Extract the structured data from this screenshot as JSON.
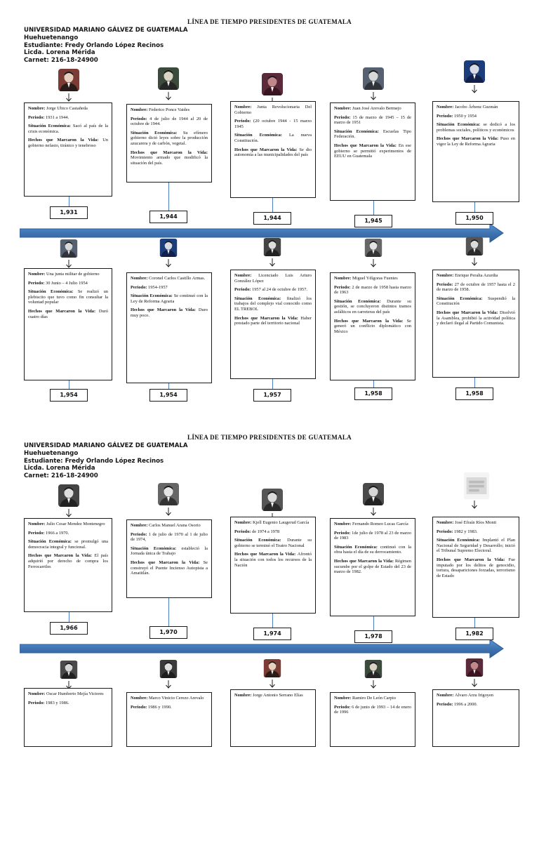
{
  "sections": [
    {
      "title": "LÍNEA DE TIEMPO PRESIDENTES DE GUATEMALA",
      "header": [
        "UNIVERSIDAD MARIANO GÁLVEZ DE GUATEMALA",
        "Huehuetenango",
        "Estudiante: Fredy Orlando López Recinos",
        "Licda. Lorena Mérida",
        "Carnet: 216-18-24900"
      ],
      "top": [
        {
          "year": "1,931",
          "parts": [
            [
              "Nombre: ",
              "Jorge Ubico Castañeda"
            ],
            [
              "Periodo: ",
              "1931 a 1944."
            ],
            [
              "Situación Económica: ",
              "Sacó al país de la crisis económica."
            ],
            [
              "Hechos que Marcaron la Vida: ",
              "Un gobierno nefasto, tiránico y tenebroso"
            ]
          ]
        },
        {
          "year": "1,944",
          "parts": [
            [
              "Nombre: ",
              "Federico Ponce Vaides"
            ],
            [
              "Periodo: ",
              "4 de julio de 1944 al 20 de octubre de 1944."
            ],
            [
              "Situación Económica: ",
              "Su efímero gobierno dictó leyes sobre la producción azucarera y de carbón, vegetal."
            ],
            [
              "Hechos que Marcaron la Vida: ",
              "Movimiento armado que modificó la situación del país."
            ]
          ]
        },
        {
          "year": "1,944",
          "parts": [
            [
              "Nombre: ",
              "Junta Revolucionaria Del Gobierno"
            ],
            [
              "Periodo: ",
              "(20 octubre 1944 - 15 marzo 1945"
            ],
            [
              "Situación Económica: ",
              "La nueva Constitución."
            ],
            [
              "Hechos que Marcaron la Vida: ",
              "Se dio autonomía a las municipalidades del país"
            ]
          ]
        },
        {
          "year": "1,945",
          "parts": [
            [
              "Nombre: ",
              "Juan José Arevalo Bermejo"
            ],
            [
              "Periodo: ",
              "15 de marzo de 1945 – 15 de marzo de 1951"
            ],
            [
              "Situación Económica: ",
              "Escuelas Tipo Federación."
            ],
            [
              "Hechos que Marcaron la Vida: ",
              "En ese gobierno se permitió experimentos de EEUU en Guatemala"
            ]
          ]
        },
        {
          "year": "1,950",
          "parts": [
            [
              "Nombre: ",
              "Jacobo Árbenz Guzmán"
            ],
            [
              "Periodo: ",
              "1950 y 1954"
            ],
            [
              "Situación Económica: ",
              "se dedicó a los problemas sociales, políticos y económicos"
            ],
            [
              "Hechos que Marcaron la Vida: ",
              "Puso en vigor la Ley de Reforma Agraria"
            ]
          ]
        }
      ],
      "bottom": [
        {
          "year": "1,954",
          "parts": [
            [
              "Nombre: ",
              "Una junta militar de gobierno"
            ],
            [
              "Periodo: ",
              "30 Junio – 4 Julio 1954"
            ],
            [
              "Situación Económica: ",
              "Se realizó un plebiscito que tuvo como fin consultar la voluntad popular"
            ],
            [
              "Hechos que Marcaron la Vida: ",
              "Duró cuatro días"
            ]
          ]
        },
        {
          "year": "1,954",
          "parts": [
            [
              "Nombre: ",
              "Coronel Carlos Castillo Armas."
            ],
            [
              "Periodo: ",
              "1954-1957"
            ],
            [
              "Situación Económica: ",
              "Se continuó con la Ley de Reforma Agraria"
            ],
            [
              "Hechos que Marcaron la Vida: ",
              "Duro muy poco."
            ]
          ]
        },
        {
          "year": "1,957",
          "parts": [
            [
              "Nombre: ",
              "Licenciado Luis Arturo González López"
            ],
            [
              "Periodo: ",
              "1957 al 24 de octubre de 1957."
            ],
            [
              "Situación Económica: ",
              "finalizó los trabajos del complejo vial conocido como EL TREBOL"
            ],
            [
              "Hechos que Marcaron la Vida: ",
              "Haber prestado parte del territorio nacional"
            ]
          ]
        },
        {
          "year": "1,958",
          "parts": [
            [
              "Nombre: ",
              "Miguel Ydígoras Fuentes"
            ],
            [
              "Periodo: ",
              "2 de marzo de 1958 hasta marzo de 1963"
            ],
            [
              "Situación Económica: ",
              "Durante su gestión, se concluyeron distintos tramos asfálticos en carreteras del país"
            ],
            [
              "Hechos que Marcaron la Vida: ",
              "Se generó un conflicto diplomático con México"
            ]
          ]
        },
        {
          "year": "1,958",
          "parts": [
            [
              "Nombre: ",
              "Enrique Peralta Azurdia"
            ],
            [
              "Periodo: ",
              "27 de octubre de 1957 hasta el 2 de marzo de 1958."
            ],
            [
              "Situación Económica: ",
              "Suspendió la Constitución"
            ],
            [
              "Hechos que Marcaron la Vida: ",
              "Disolvió la Asamblea, prohibió la actividad política y declaró ilegal al Partido Comunista."
            ]
          ]
        }
      ]
    },
    {
      "title": "LÍNEA DE TIEMPO PRESIDENTES DE GUATEMALA",
      "header": [
        "UNIVERSIDAD MARIANO GÁLVEZ DE GUATEMALA",
        "Huehuetenango",
        "Estudiante: Fredy Orlando López Recinos",
        "Licda. Lorena Mérida",
        "Carnet: 216-18-24900"
      ],
      "top": [
        {
          "year": "1,966",
          "parts": [
            [
              "Nombre: ",
              "Julio Cesar Mendez Montenegro"
            ],
            [
              "Periodo: ",
              "1966 a 1970."
            ],
            [
              "Situación Económica: ",
              "se promulgó una democracia integral y funcional."
            ],
            [
              "Hechos que Marcaron la Vida: ",
              "El país adquirió por derecho de compra los Ferrocarriles"
            ]
          ]
        },
        {
          "year": "1,970",
          "parts": [
            [
              "Nombre: ",
              "Carlos Manuel Arana Osorio"
            ],
            [
              "Periodo: ",
              "1 de julio de 1970 al 1 de julio de 1974,"
            ],
            [
              "Situación Económica: ",
              "estableció la Jornada única de Trabajo"
            ],
            [
              "Hechos que Marcaron la Vida: ",
              "Se construyó el Puente Incienso Autopista a Amatitlán."
            ]
          ]
        },
        {
          "year": "1,974",
          "parts": [
            [
              "Nombre: ",
              "Kjell Eugenio Laugerud García"
            ],
            [
              "Periodo: ",
              "de 1974 a 1978"
            ],
            [
              "Situación Económica: ",
              "Durante su gobierno se terminó el Teatro Nacional"
            ],
            [
              "Hechos que Marcaron la Vida: ",
              "Afrontó la situación con todos los recursos de la Nación"
            ]
          ]
        },
        {
          "year": "1,978",
          "parts": [
            [
              "Nombre: ",
              "Fernando Romeo Lucas García"
            ],
            [
              "Periodo: ",
              "1de julio de 1978 al 23 de marzo de 1983"
            ],
            [
              "Situación Económica: ",
              "continuó con la obra hasta el día de su derrocamiento."
            ],
            [
              "Hechos que Marcaron la Vida: ",
              "Régimen sucumbe por el golpe de Estado del 23 de marzo de 1982."
            ]
          ]
        },
        {
          "year": "1,982",
          "parts": [
            [
              "Nombre: ",
              "José Efraín Ríos Montt"
            ],
            [
              "Periodo: ",
              "1982 y 1983."
            ],
            [
              "Situación Económica: ",
              "Implantó el Plan Nacional de Seguridad y Desarrollo; inició el Tribunal Supremo Electoral."
            ],
            [
              "Hechos que Marcaron la Vida: ",
              "Fue imputado por los delitos de genocidio, tortura, desapariciones forzadas, terrorismo de Estado"
            ]
          ]
        }
      ],
      "bottom": [
        {
          "parts": [
            [
              "Nombre: ",
              "Oscar Humberto Mejía Victores"
            ],
            [
              "Periodo: ",
              "1983 y 1986."
            ]
          ]
        },
        {
          "parts": [
            [
              "Nombre: ",
              "Marco Vinicio Cerezo Arevalo"
            ],
            [
              "Periodo: ",
              "1986 y 1990."
            ]
          ]
        },
        {
          "parts": [
            [
              "Nombre: ",
              "Jorge Antonio Serrano Elías"
            ]
          ]
        },
        {
          "parts": [
            [
              "Nombre: ",
              "Ramiro De León Carpio"
            ],
            [
              "Periodo: ",
              "6 de junio de 1993 – 14 de enero de 1996"
            ]
          ]
        },
        {
          "parts": [
            [
              "Nombre: ",
              "Alvaro Arzu Irigoyen"
            ],
            [
              "Periodo: ",
              "1996 a 2000."
            ]
          ]
        }
      ]
    }
  ],
  "colors": {
    "timeline": "#3b6ea8",
    "timeline_light": "#4a86c8",
    "border": "#1b1b1b"
  },
  "icons": {
    "photo": "portrait-photo",
    "arrow": "down-arrow-icon",
    "placeholder": "image-placeholder-icon"
  }
}
